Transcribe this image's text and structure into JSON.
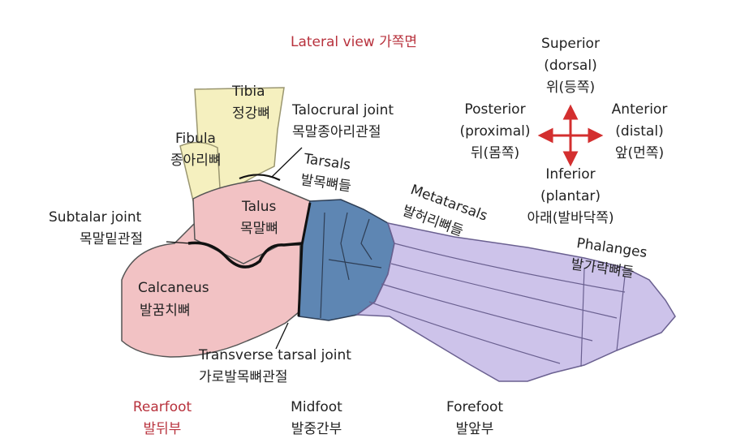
{
  "title": "Lateral view 가쪽면",
  "colors": {
    "tibia_fibula": "#f5f0bf",
    "rearfoot": "#f2c2c4",
    "midfoot": "#5e86b3",
    "forefoot": "#cdc3ea",
    "accent_red": "#b8323d",
    "arrow": "#d32f2f"
  },
  "direction_labels": {
    "superior": "Superior",
    "superior_sub": "(dorsal)",
    "superior_ko": "위(등쪽)",
    "posterior": "Posterior",
    "posterior_sub": "(proximal)",
    "posterior_ko": "뒤(몸쪽)",
    "anterior": "Anterior",
    "anterior_sub": "(distal)",
    "anterior_ko": "앞(먼쪽)",
    "inferior": "Inferior",
    "inferior_sub": "(plantar)",
    "inferior_ko": "아래(발바닥쪽)"
  },
  "bones": {
    "tibia": "Tibia",
    "tibia_ko": "정강뼈",
    "fibula": "Fibula",
    "fibula_ko": "종아리뼈",
    "talocrural": "Talocrural joint",
    "talocrural_ko": "목말종아리관절",
    "tarsals": "Tarsals",
    "tarsals_ko": "발목뼈들",
    "metatarsals": "Metatarsals",
    "metatarsals_ko": "발허리뼈들",
    "phalanges": "Phalanges",
    "phalanges_ko": "발가락뼈들",
    "subtalar": "Subtalar joint",
    "subtalar_ko": "목말밑관절",
    "talus": "Talus",
    "talus_ko": "목말뼈",
    "calcaneus": "Calcaneus",
    "calcaneus_ko": "발꿈치뼈",
    "transverse": "Transverse tarsal joint",
    "transverse_ko": "가로발목뼈관절"
  },
  "regions": {
    "rearfoot": "Rearfoot",
    "rearfoot_ko": "발뒤부",
    "midfoot": "Midfoot",
    "midfoot_ko": "발중간부",
    "forefoot": "Forefoot",
    "forefoot_ko": "발앞부"
  }
}
